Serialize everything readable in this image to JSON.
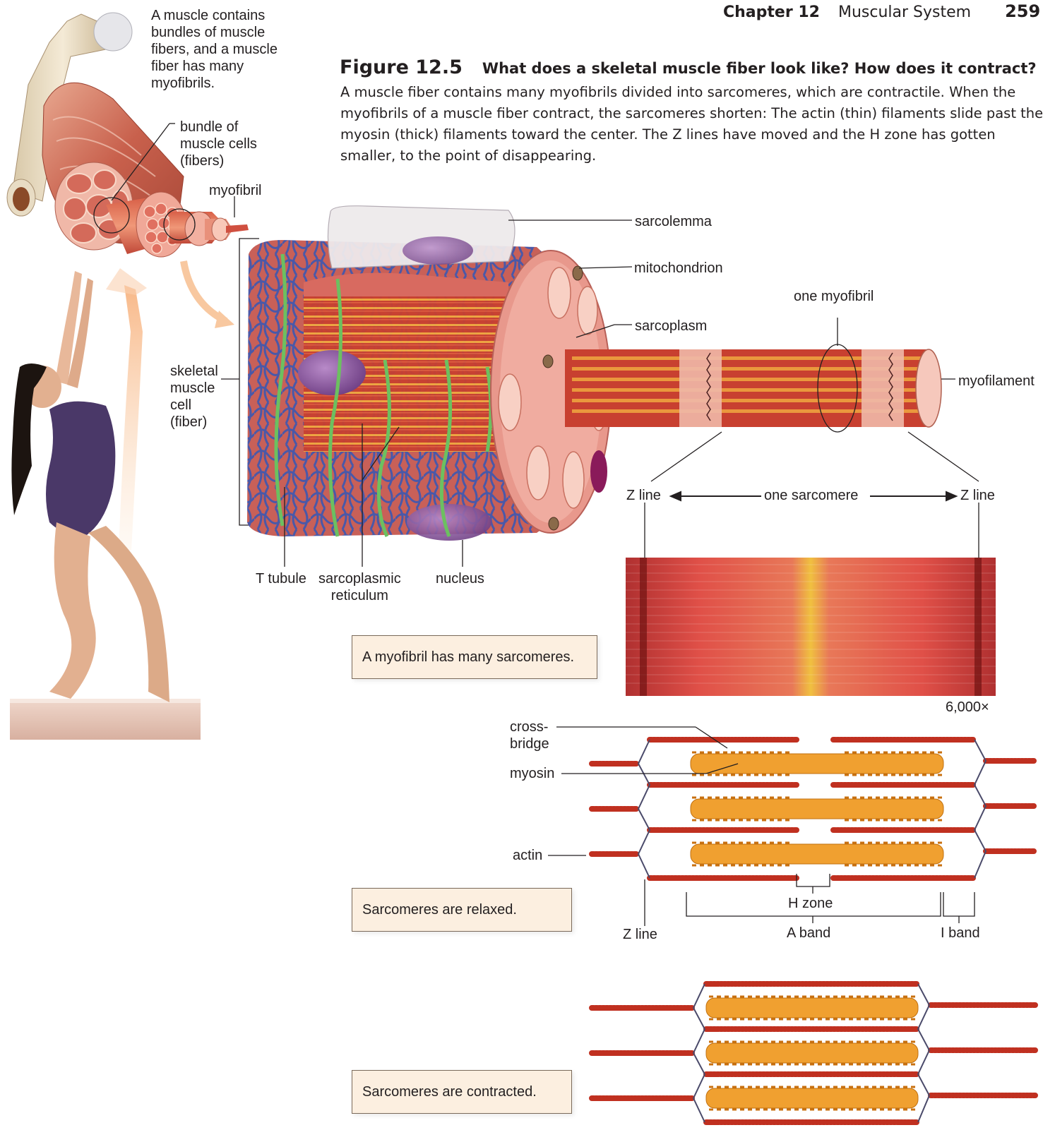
{
  "header": {
    "chapter": "Chapter 12",
    "title": "Muscular System",
    "page": "259"
  },
  "figure": {
    "number": "Figure 12.5",
    "question": "What does a skeletal muscle fiber look like? How does it contract?",
    "caption": "A muscle fiber contains many myofibrils divided into sarcomeres, which are contractile. When the myofibrils of a muscle fiber contract, the sarcomeres shorten: The actin (thin) filaments slide past the myosin (thick) filaments toward the center. The Z lines have moved and the H zone has gotten smaller, to the point of disappearing."
  },
  "labels": {
    "muscle_intro": [
      "A muscle contains",
      "bundles of muscle",
      "fibers, and a muscle",
      "fiber has many",
      "myofibrils."
    ],
    "bundle": [
      "bundle of",
      "muscle cells",
      "(fibers)"
    ],
    "myofibril": "myofibril",
    "skeletal_cell": [
      "skeletal",
      "muscle",
      "cell",
      "(fiber)"
    ],
    "sarcolemma": "sarcolemma",
    "mitochondrion": "mitochondrion",
    "sarcoplasm": "sarcoplasm",
    "one_myofibril": "one myofibril",
    "myofilament": "myofilament",
    "t_tubule": "T tubule",
    "sarcoplasmic": [
      "sarcoplasmic",
      "reticulum"
    ],
    "nucleus": "nucleus",
    "z_line_left": "Z line",
    "one_sarcomere": "one sarcomere",
    "z_line_right": "Z line",
    "magnification": "6,000×",
    "cross_bridge": [
      "cross-",
      "bridge"
    ],
    "myosin": "myosin",
    "actin": "actin",
    "h_zone": "H zone",
    "z_line_bottom": "Z line",
    "a_band": "A band",
    "i_band": "I band"
  },
  "boxes": {
    "many_sarcomeres": "A myofibril has many sarcomeres.",
    "relaxed": "Sarcomeres are relaxed.",
    "contracted": "Sarcomeres are contracted."
  },
  "colors": {
    "muscle_red": "#c8443a",
    "muscle_pink": "#f0b8a8",
    "myosin_orange": "#f0a030",
    "actin_red": "#c03020",
    "tubule_blue": "#4a58a8",
    "t_tubule_green": "#6cc060",
    "box_fill": "#fcefe0",
    "leotard_purple": "#4a3868"
  }
}
